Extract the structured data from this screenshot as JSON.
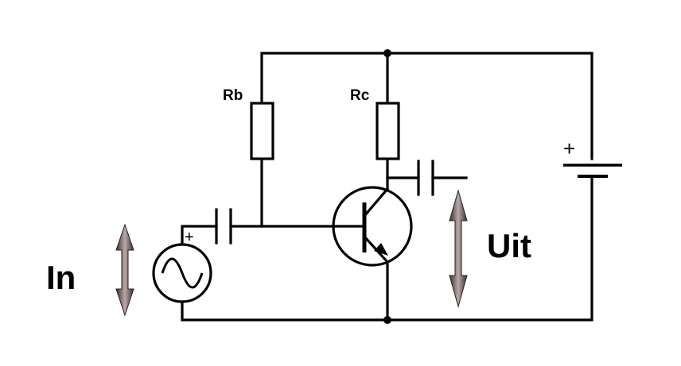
{
  "labels": {
    "rb": "Rb",
    "rc": "Rc",
    "input": "In",
    "output": "Uit",
    "battery_plus": "+",
    "source_plus": "+"
  },
  "colors": {
    "wire": "#000000",
    "arrow_dark": "#3b2f2f",
    "arrow_light": "#b8a9a9"
  }
}
